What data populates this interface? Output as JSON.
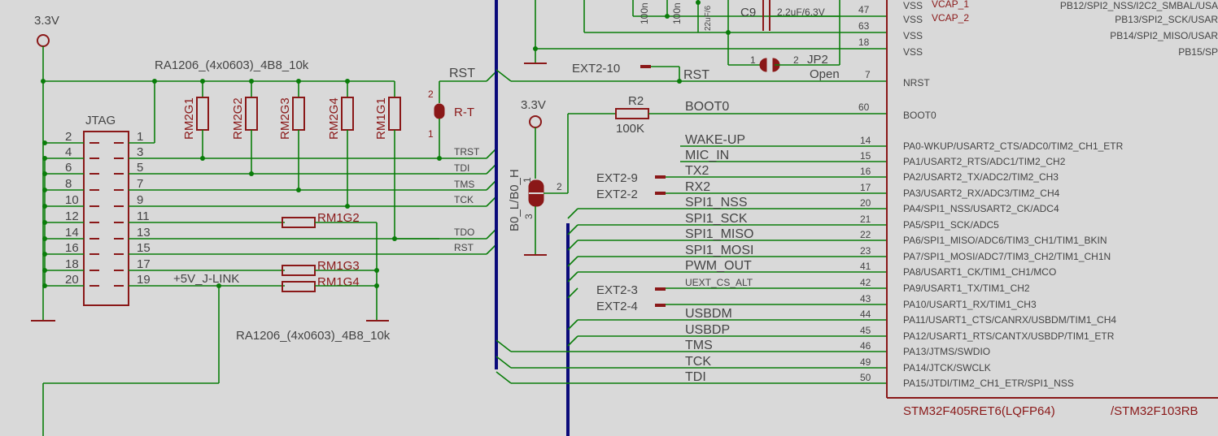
{
  "supply_label": "3.3V",
  "rn_top_label": "RA1206_(4x0603)_4B8_10k",
  "rn_bottom_label": "RA1206_(4x0603)_4B8_10k",
  "jtag": {
    "name": "JTAG",
    "even_pins": [
      "2",
      "4",
      "6",
      "8",
      "10",
      "12",
      "14",
      "16",
      "18",
      "20"
    ],
    "odd_pins": [
      "1",
      "3",
      "5",
      "7",
      "9",
      "11",
      "13",
      "15",
      "17",
      "19"
    ]
  },
  "resistors_vertical": [
    "RM2G1",
    "RM2G2",
    "RM2G3",
    "RM2G4",
    "RM1G1"
  ],
  "resistors_horizontal": [
    "RM1G2",
    "RM1G3",
    "RM1G4"
  ],
  "jlink_label": "+5V_J-LINK",
  "bus_entries": [
    "TRST",
    "TDI",
    "TMS",
    "TCK",
    "TDO",
    "RST"
  ],
  "rst_net": "RST",
  "rt_label": "R-T",
  "rt_pins": [
    "2",
    "1"
  ],
  "bootsel": {
    "label": "B0_L/B0_H",
    "pins": [
      "1",
      "2",
      "3"
    ]
  },
  "supply2_label": "3.3V",
  "r2": {
    "name": "R2",
    "value": "100K"
  },
  "ext2_10": "EXT2-10",
  "c9": {
    "name": "C9",
    "value": "2.2uF/6.3V"
  },
  "cap_small_labels": [
    "100n",
    "100n",
    "22uF/6"
  ],
  "jp2": {
    "name": "JP2",
    "state": "Open",
    "pins": [
      "1",
      "2"
    ]
  },
  "ext_labels": [
    "EXT2-9",
    "EXT2-2",
    "EXT2-3",
    "EXT2-4"
  ],
  "mcu_nets": [
    {
      "net": "WAKE-UP",
      "pin": "14",
      "func": "PA0-WKUP/USART2_CTS/ADC0/TIM2_CH1_ETR"
    },
    {
      "net": "MIC_IN",
      "pin": "15",
      "func": "PA1/USART2_RTS/ADC1/TIM2_CH2"
    },
    {
      "net": "TX2",
      "pin": "16",
      "func": "PA2/USART2_TX/ADC2/TIM2_CH3"
    },
    {
      "net": "RX2",
      "pin": "17",
      "func": "PA3/USART2_RX/ADC3/TIM2_CH4"
    },
    {
      "net": "SPI1_NSS",
      "pin": "20",
      "func": "PA4/SPI1_NSS/USART2_CK/ADC4"
    },
    {
      "net": "SPI1_SCK",
      "pin": "21",
      "func": "PA5/SPI1_SCK/ADC5"
    },
    {
      "net": "SPI1_MISO",
      "pin": "22",
      "func": "PA6/SPI1_MISO/ADC6/TIM3_CH1/TIM1_BKIN"
    },
    {
      "net": "SPI1_MOSI",
      "pin": "23",
      "func": "PA7/SPI1_MOSI/ADC7/TIM3_CH2/TIM1_CH1N"
    },
    {
      "net": "PWM_OUT",
      "pin": "41",
      "func": "PA8/USART1_CK/TIM1_CH1/MCO"
    },
    {
      "net": "UEXT_CS_ALT",
      "pin": "42",
      "func": "PA9/USART1_TX/TIM1_CH2"
    },
    {
      "net": "",
      "pin": "43",
      "func": "PA10/USART1_RX/TIM1_CH3"
    },
    {
      "net": "USBDM",
      "pin": "44",
      "func": "PA11/USART1_CTS/CANRX/USBDM/TIM1_CH4"
    },
    {
      "net": "USBDP",
      "pin": "45",
      "func": "PA12/USART1_RTS/CANTX/USBDP/TIM1_ETR"
    },
    {
      "net": "TMS",
      "pin": "46",
      "func": "PA13/JTMS/SWDIO"
    },
    {
      "net": "TCK",
      "pin": "49",
      "func": "PA14/JTCK/SWCLK"
    },
    {
      "net": "TDI",
      "pin": "50",
      "func": "PA15/JTDI/TIM2_CH1_ETR/SPI1_NSS"
    }
  ],
  "mcu_top": [
    {
      "pin": "",
      "left": "VSS",
      "red": "VCAP_1"
    },
    {
      "pin": "47",
      "left": "VSS",
      "red": "VCAP_2"
    },
    {
      "pin": "63",
      "left": "VSS",
      "red": ""
    },
    {
      "pin": "18",
      "left": "VSS",
      "red": ""
    }
  ],
  "mcu_top_right": [
    "PB12/SPI2_NSS/I2C2_SMBAL/USA",
    "PB13/SPI2_SCK/USAR",
    "PB14/SPI2_MISO/USAR",
    "PB15/SP"
  ],
  "nrst": {
    "net": "RST",
    "pin": "7",
    "func": "NRST"
  },
  "boot0": {
    "net": "BOOT0",
    "pin": "60",
    "func": "BOOT0"
  },
  "mcu_name": "STM32F405RET6(LQFP64)",
  "mcu_alt": "/STM32F103RB"
}
